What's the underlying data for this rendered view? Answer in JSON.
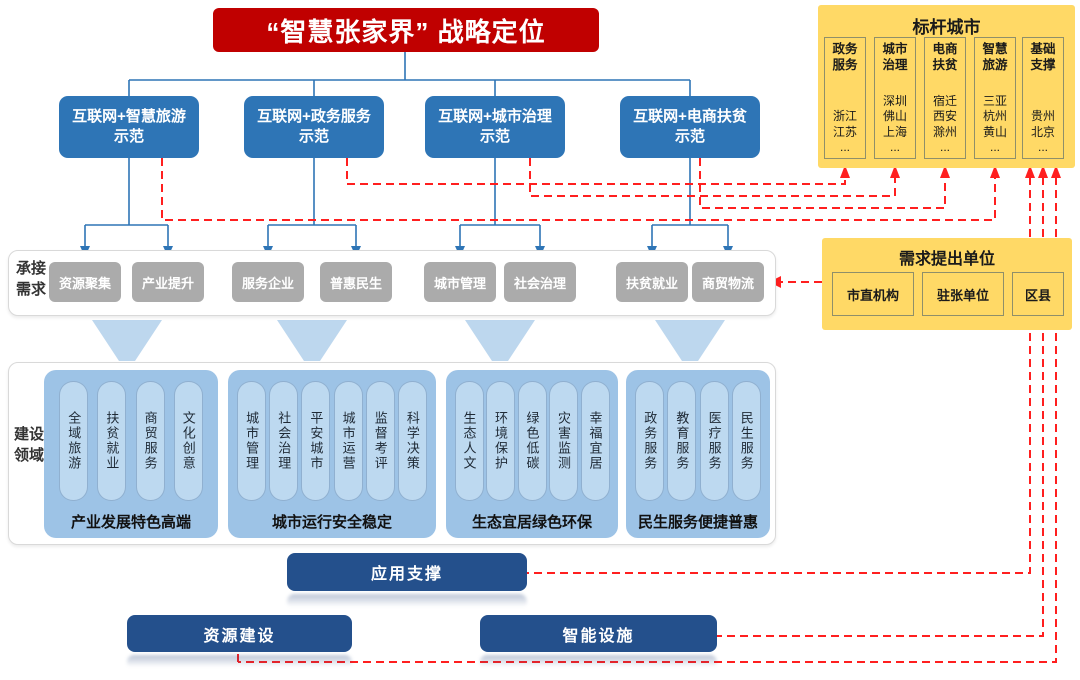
{
  "title": "“智慧张家界” 战略定位",
  "strategy_boxes": [
    {
      "label": "互联网+智慧旅游\n示范"
    },
    {
      "label": "互联网+政务服务\n示范"
    },
    {
      "label": "互联网+城市治理\n示范"
    },
    {
      "label": "互联网+电商扶贫\n示范"
    }
  ],
  "benchmark": {
    "title": "标杆城市",
    "columns": [
      {
        "header": "政务\n服务",
        "cities": "浙江\n江苏\n..."
      },
      {
        "header": "城市\n治理",
        "cities": "深圳\n佛山\n上海\n..."
      },
      {
        "header": "电商\n扶贫",
        "cities": "宿迁\n西安\n滁州\n..."
      },
      {
        "header": "智慧\n旅游",
        "cities": "三亚\n杭州\n黄山\n..."
      },
      {
        "header": "基础\n支撑",
        "cities": "贵州\n北京\n..."
      }
    ]
  },
  "demand_row": {
    "label": "承接\n需求",
    "items": [
      "资源聚集",
      "产业提升",
      "服务企业",
      "普惠民生",
      "城市管理",
      "社会治理",
      "扶贫就业",
      "商贸物流"
    ]
  },
  "demand_units": {
    "title": "需求提出单位",
    "items": [
      "市直机构",
      "驻张单位",
      "区县"
    ]
  },
  "construction": {
    "label": "建设\n领域",
    "groups": [
      {
        "pills": [
          "全域旅游",
          "扶贫就业",
          "商贸服务",
          "文化创意"
        ],
        "footer": "产业发展特色高端"
      },
      {
        "pills": [
          "城市管理",
          "社会治理",
          "平安城市",
          "城市运营",
          "监督考评",
          "科学决策"
        ],
        "footer": "城市运行安全稳定"
      },
      {
        "pills": [
          "生态人文",
          "环境保护",
          "绿色低碳",
          "灾害监测",
          "幸福宜居"
        ],
        "footer": "生态宜居绿色环保"
      },
      {
        "pills": [
          "政务服务",
          "教育服务",
          "医疗服务",
          "民生服务"
        ],
        "footer": "民生服务便捷普惠"
      }
    ]
  },
  "foundation": {
    "app_support": "应用支撑",
    "resource": "资源建设",
    "smart": "智能设施"
  },
  "colors": {
    "banner_red": "#C00000",
    "primary_blue": "#2E75B6",
    "panel_yellow": "#FFD966",
    "dashed_red": "#FF1F1F",
    "gray_box": "#ABABAB",
    "group_blue": "#9DC3E6",
    "navy": "#24508C"
  }
}
